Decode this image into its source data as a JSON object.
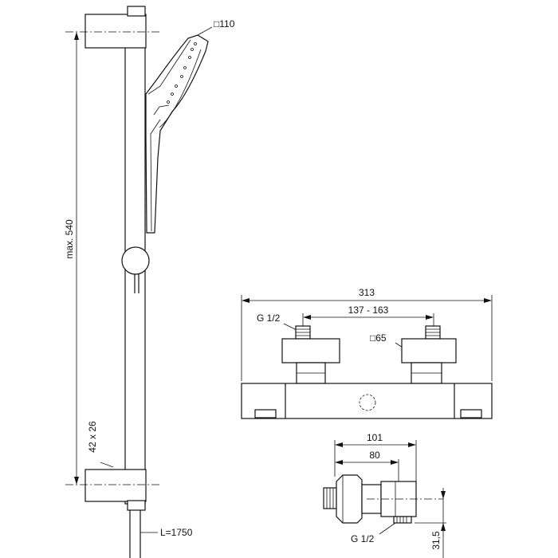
{
  "labels": {
    "head_size": "□110",
    "rail_height": "max. 540",
    "bracket_size": "42 x 26",
    "hose_length": "L=1750",
    "mixer_width": "313",
    "centers": "137 - 163",
    "inlet_thread": "G 1/2",
    "body_size": "□65",
    "depth_total": "101",
    "depth_partial": "80",
    "outlet_thread": "G 1/2",
    "outlet_offset": "31,5"
  }
}
